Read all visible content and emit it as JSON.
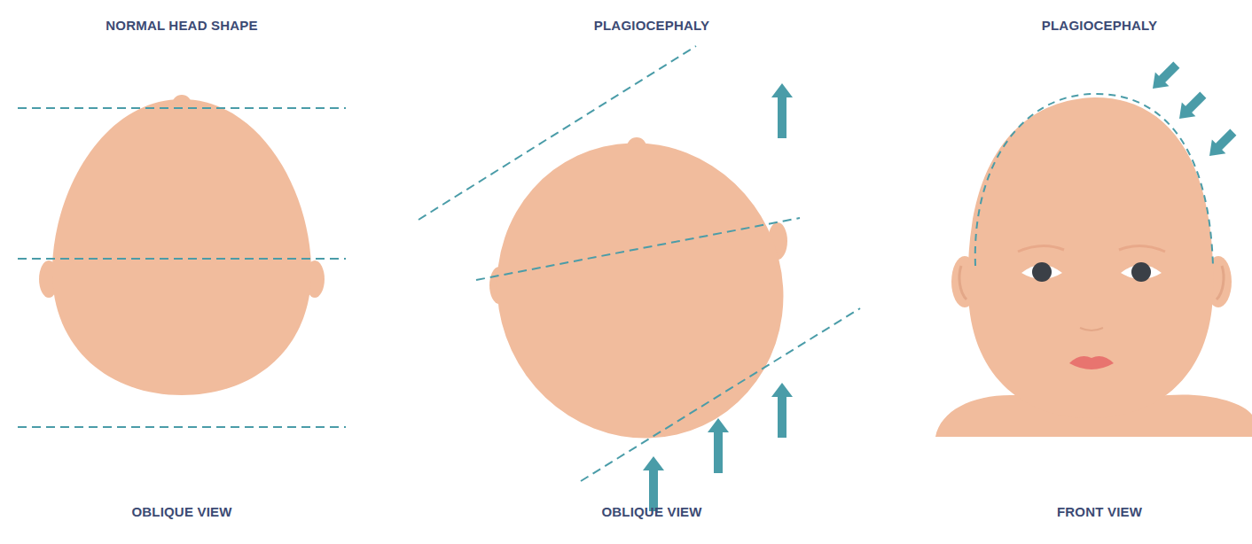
{
  "diagram": {
    "labels": [
      "NORMAL HEAD SHAPE",
      "PLAGIOCEPHALY",
      "PLAGIOCEPHALY",
      "OBLIQUE VIEW",
      "OBLIQUE VIEW",
      "FRONT VIEW"
    ]
  }
}
